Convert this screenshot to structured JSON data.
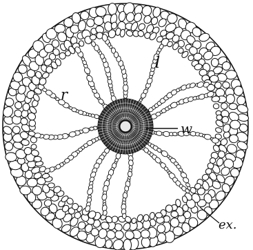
{
  "figure": {
    "labels": {
      "lacuna": "l",
      "radial": "r",
      "center": "w",
      "outer": "ex."
    }
  },
  "colors": {
    "ink": "#111111",
    "paper": "#ffffff"
  }
}
